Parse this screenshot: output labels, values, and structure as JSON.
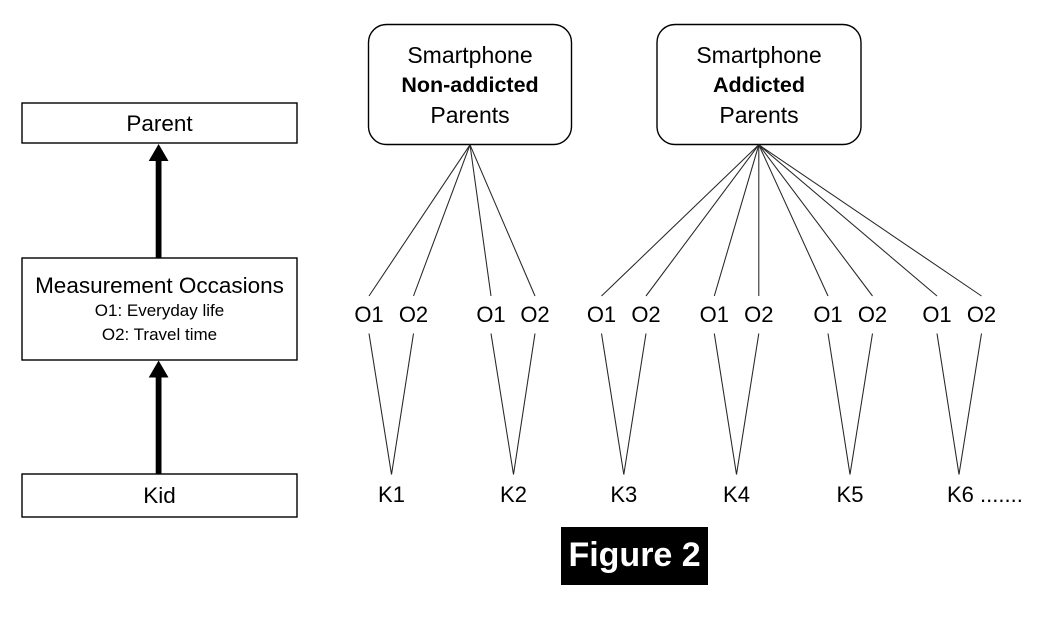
{
  "figure": {
    "caption": "Figure 2",
    "caption_bg": "#000000",
    "caption_color": "#ffffff"
  },
  "colors": {
    "background": "#ffffff",
    "ink": "#000000",
    "line": "#262626"
  },
  "left_flow": {
    "boxes": [
      {
        "id": "parent",
        "title": "Parent",
        "sub": []
      },
      {
        "id": "measurement-occasions",
        "title": "Measurement Occasions",
        "sub": [
          "O1: Everyday life",
          "O2: Travel time"
        ]
      },
      {
        "id": "kid",
        "title": "Kid",
        "sub": []
      }
    ],
    "arrows": [
      {
        "from": "kid",
        "to": "measurement-occasions"
      },
      {
        "from": "measurement-occasions",
        "to": "parent"
      }
    ]
  },
  "groups": [
    {
      "id": "non-addicted-parents",
      "lines": [
        "Smartphone",
        "Non-addicted",
        "Parents"
      ],
      "bold_line_index": 1,
      "kids": [
        0,
        1
      ]
    },
    {
      "id": "addicted-parents",
      "lines": [
        "Smartphone",
        "Addicted",
        "Parents"
      ],
      "bold_line_index": 1,
      "kids": [
        2,
        3,
        4,
        5
      ]
    }
  ],
  "kids": [
    {
      "label": "K1",
      "occasions": [
        "O1",
        "O2"
      ]
    },
    {
      "label": "K2",
      "occasions": [
        "O1",
        "O2"
      ]
    },
    {
      "label": "K3",
      "occasions": [
        "O1",
        "O2"
      ]
    },
    {
      "label": "K4",
      "occasions": [
        "O1",
        "O2"
      ]
    },
    {
      "label": "K5",
      "occasions": [
        "O1",
        "O2"
      ]
    },
    {
      "label": "K6",
      "occasions": [
        "O1",
        "O2"
      ],
      "trailing": "......."
    }
  ]
}
